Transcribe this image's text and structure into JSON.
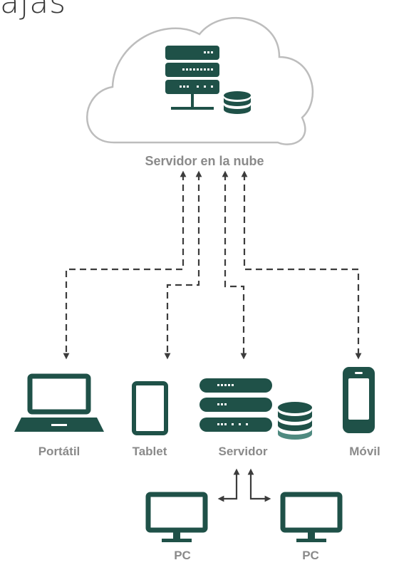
{
  "header": {
    "title_fragment": "ajas"
  },
  "diagram": {
    "cloud_label": "Servidor en la nube",
    "devices": {
      "laptop": "Portátil",
      "tablet": "Tablet",
      "server": "Servidor",
      "mobile": "Móvil",
      "pc_left": "PC",
      "pc_right": "PC"
    },
    "colors": {
      "icon": "#1f5148",
      "icon_light": "#4f8a80",
      "cloud_outline": "#bdbdbd",
      "label": "#8a8a8a",
      "connector": "#3c3c3c"
    }
  }
}
